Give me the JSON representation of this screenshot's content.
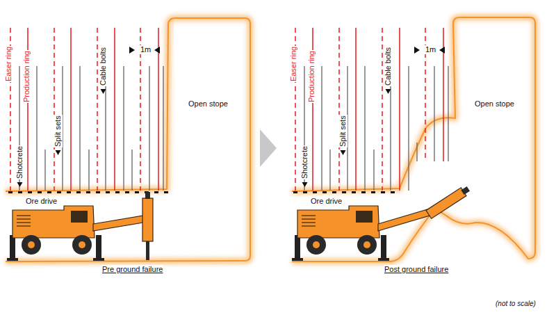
{
  "diagram": {
    "labels": [
      "Easer ring",
      "Production ring",
      "Shotcrete",
      "Split sets",
      "Cable bolts",
      "1m",
      "Open stope",
      "Ore drive",
      "Pre ground failure",
      "Easer ring",
      "Production ring",
      "Shotcrete",
      "Split sets",
      "Cable bolts",
      "1m",
      "Open stope",
      "Ore drive",
      "Post ground failure",
      "(not to scale)"
    ]
  }
}
